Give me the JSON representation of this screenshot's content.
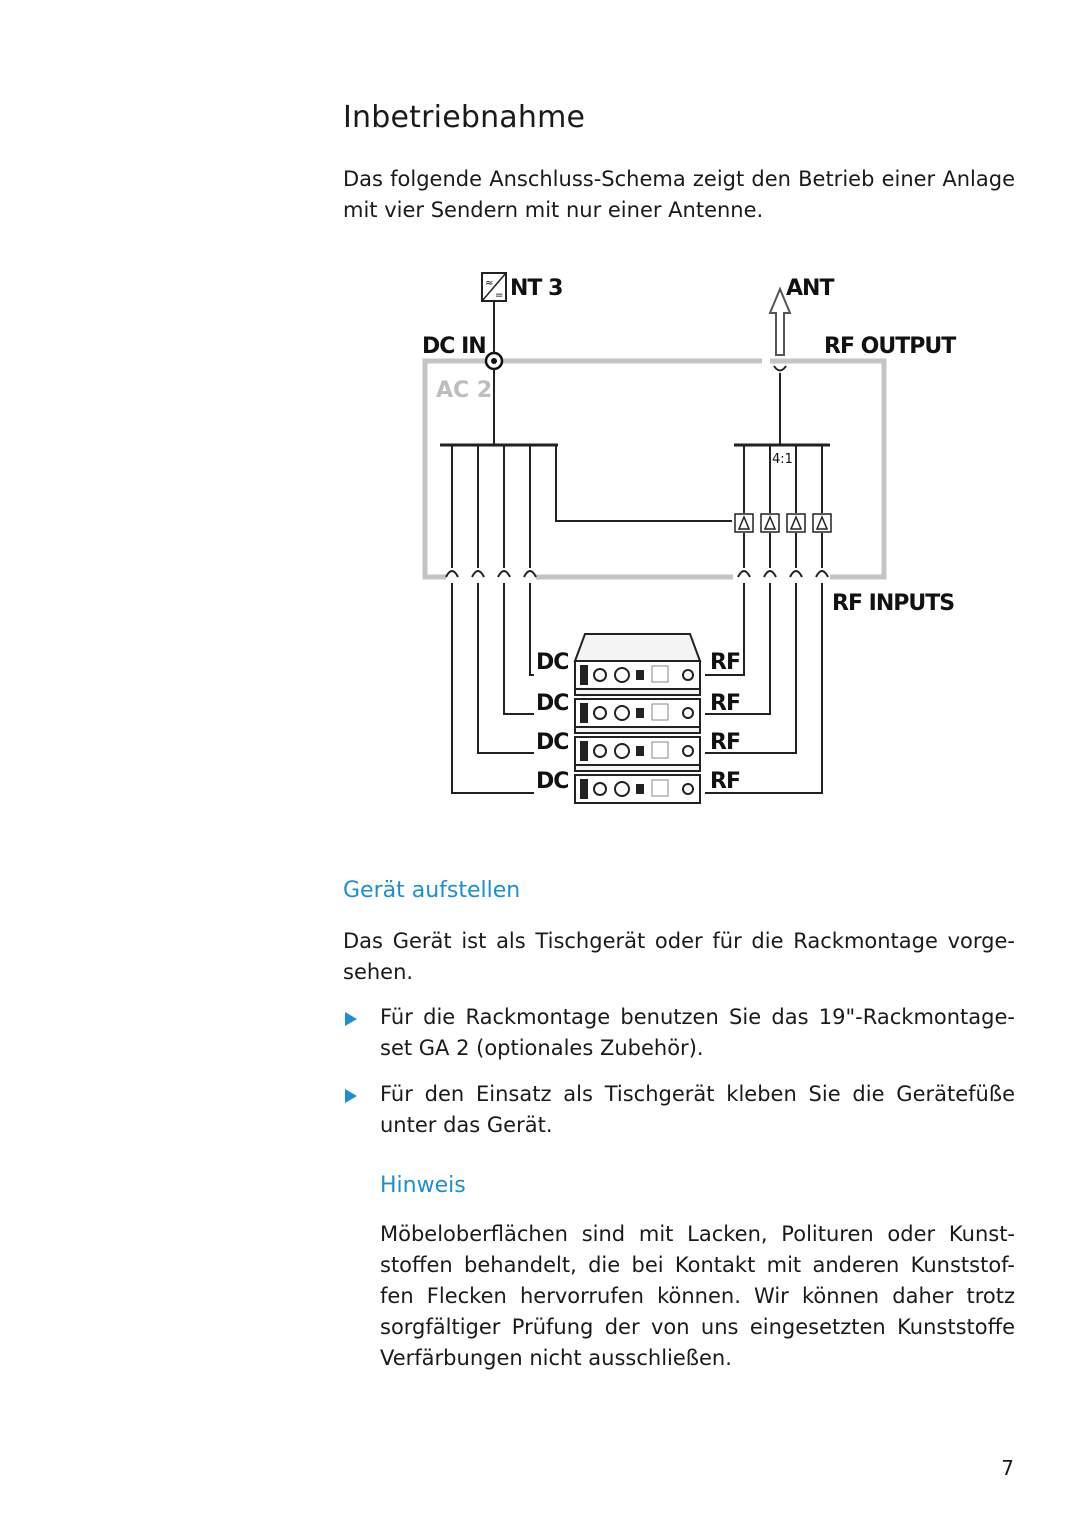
{
  "heading": "Inbetriebnahme",
  "intro": "Das folgende Anschluss-Schema zeigt den Betrieb einer Anlage mit vier Sendern mit nur einer Antenne.",
  "diagram": {
    "psu": "NT 3",
    "dc_in": "DC IN",
    "booster": "AC 2",
    "antenna": "ANT",
    "rf_output": "RF OUTPUT",
    "splitter_ratio": "4:1",
    "rf_inputs": "RF INPUTS",
    "device_dc": "DC",
    "device_rf": "RF"
  },
  "section": {
    "title": "Gerät aufstellen",
    "text": "Das Gerät ist als Tischgerät oder für die Rackmontage vorge-sehen.",
    "bullets": [
      "Für die Rackmontage benutzen Sie das 19\"-Rackmontage-set GA 2 (optionales Zubehör).",
      "Für den Einsatz als Tischgerät kleben Sie die Gerätefüße unter das Gerät."
    ]
  },
  "note": {
    "title": "Hinweis",
    "text": "Möbeloberflächen sind mit Lacken, Polituren oder Kunst-stoffen behandelt, die bei Kontakt mit anderen Kunststof-fen Flecken hervorrufen können. Wir können daher trotz sorgfältiger Prüfung der von uns eingesetzten Kunststoffe Verfärbungen nicht ausschließen."
  },
  "page_number": "7",
  "colors": {
    "accent": "#1b8fd1",
    "frame_gray": "#c4c4c4",
    "text": "#1a1a1a"
  }
}
